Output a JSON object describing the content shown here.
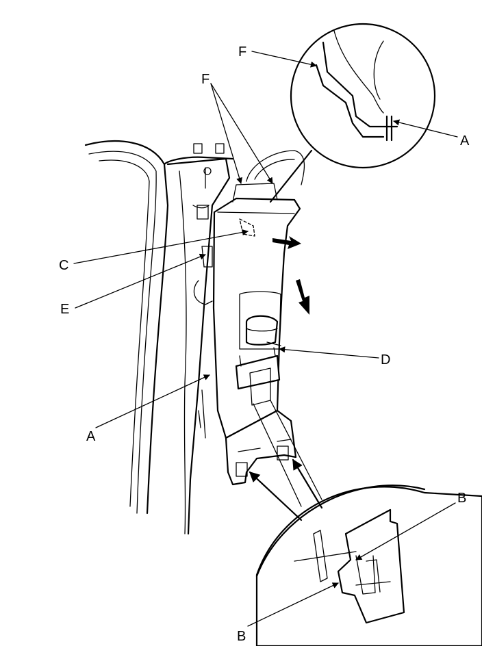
{
  "callouts": {
    "a_top": "A",
    "a_left": "A",
    "b_top": "B",
    "b_bottom": "B",
    "c": "C",
    "d": "D",
    "e": "E",
    "f_top": "F",
    "f_left": "F"
  }
}
